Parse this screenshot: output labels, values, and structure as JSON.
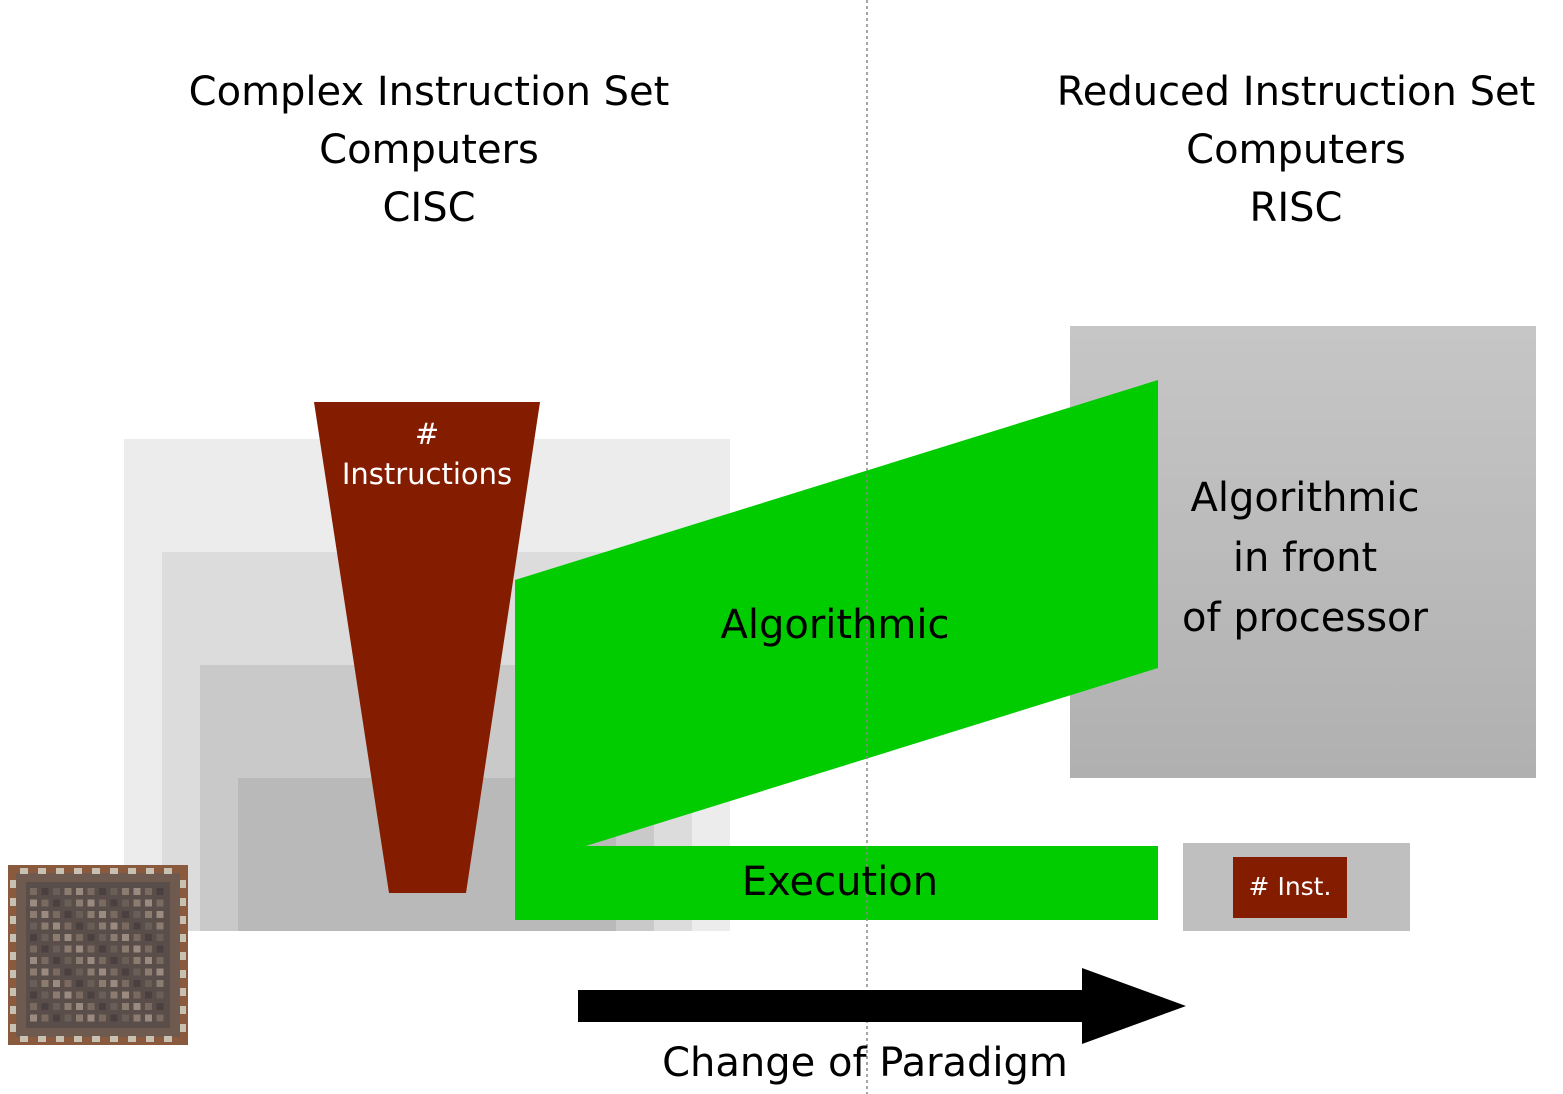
{
  "left_heading": {
    "line1": "Complex Instruction Set",
    "line2": "Computers",
    "line3": "CISC"
  },
  "right_heading": {
    "line1": "Reduced Instruction Set",
    "line2": "Computers",
    "line3": "RISC"
  },
  "funnel": {
    "symbol": "#",
    "label": "Instructions"
  },
  "green_algorithmic_label": "Algorithmic",
  "green_execution_label": "Execution",
  "risc_box": {
    "line1": "Algorithmic",
    "line2": "in front",
    "line3": "of processor"
  },
  "risc_inst_badge": "# Inst.",
  "arrow_label": "Change of Paradigm",
  "colors": {
    "funnel": "#841c00",
    "green": "#00cc00",
    "risc_box": "#b4b4b4",
    "execution_box": "#bfbfbf",
    "cisc_layers": [
      "#ececec",
      "#dcdcdc",
      "#c9c9c9",
      "#b9b9b9"
    ],
    "arrow": "#000000",
    "divider": "#888888"
  },
  "icons": {
    "chip": "processor-die-photo-icon"
  }
}
